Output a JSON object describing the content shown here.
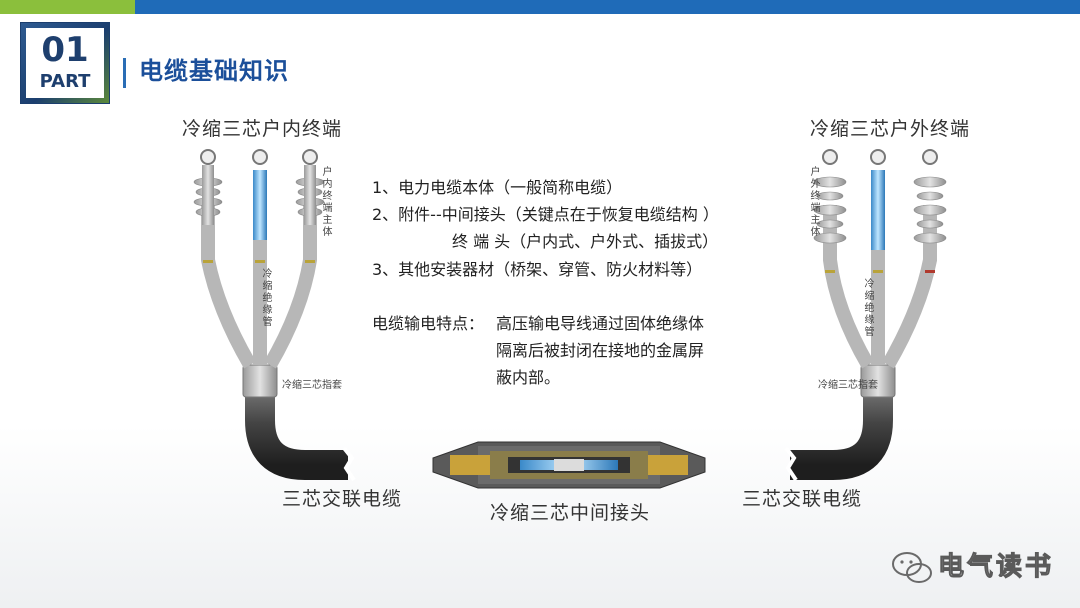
{
  "header": {
    "part_number": "01",
    "part_label": "PART",
    "title": "电缆基础知识"
  },
  "diagram": {
    "indoor_caption": "冷缩三芯户内终端",
    "outdoor_caption": "冷缩三芯户外终端",
    "indoor_body_label": "户内终端主体",
    "outdoor_body_label": "户外终端主体",
    "cold_shrink_tube_left": "冷缩绝缘管",
    "cold_shrink_tube_right": "冷缩绝缘管",
    "breakout_left": "冷缩三芯指套",
    "breakout_right": "冷缩三芯指套",
    "cable_left": "三芯交联电缆",
    "cable_right": "三芯交联电缆",
    "joint_caption": "冷缩三芯中间接头"
  },
  "info": {
    "line1": "1、电力电缆本体（一般简称电缆）",
    "line2": "2、附件--中间接头（关键点在于恢复电缆结构  ）",
    "line3": "终  端  头（户内式、户外式、插拔式）",
    "line4": "3、其他安装器材（桥架、穿管、防火材料等）",
    "feature_label": "电缆输电特点：",
    "feature_text1": "高压输电导线通过固体绝缘体",
    "feature_text2": "隔离后被封闭在接地的金属屏",
    "feature_text3": "蔽内部。"
  },
  "watermark": {
    "text": "电气读书"
  }
}
